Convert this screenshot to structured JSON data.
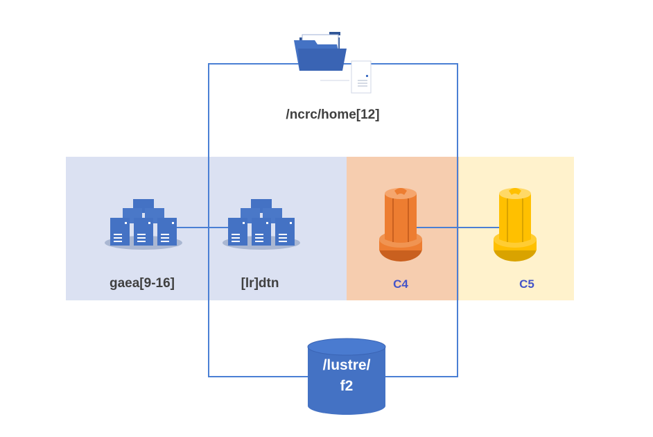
{
  "home_label": "/ncrc/home[12]",
  "nodes": {
    "gaea": "gaea[9-16]",
    "dtn": "[lr]dtn",
    "c4": "C4",
    "c5": "C5"
  },
  "storage": {
    "line1": "/lustre/",
    "line2": "f2"
  },
  "colors": {
    "gaea_zone": "#dbe1f2",
    "c4_zone": "#f6cdaf",
    "c5_zone": "#fff2cc",
    "accent_blue": "#4472c4",
    "c4_orange": "#ed7d31",
    "c5_gold": "#ffc000"
  }
}
